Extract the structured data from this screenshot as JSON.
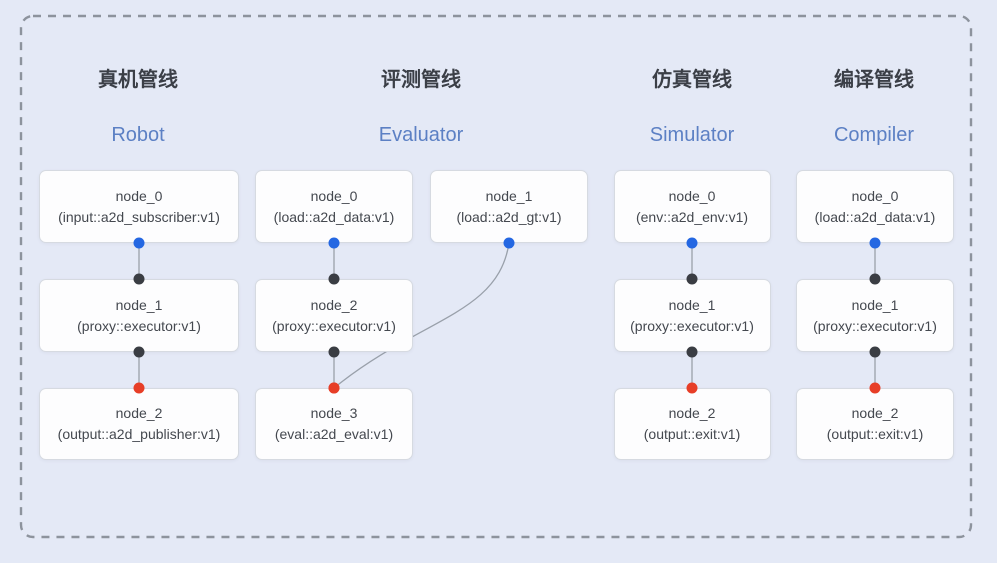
{
  "colors": {
    "background": "#e4e9f6",
    "frame_dash": "#8d939d",
    "node_bg": "#fdfdfe",
    "node_border": "#d6dae1",
    "node_text": "#44484f",
    "title_zh": "#3b3f47",
    "title_en": "#5c80c4",
    "edge": "#99a0aa",
    "port_blue": "#2467e2",
    "port_dark": "#3a3d43",
    "port_red": "#e73e27"
  },
  "pipelines": [
    {
      "id": "robot",
      "title_zh": "真机管线",
      "title_en": "Robot",
      "nodes": [
        {
          "name": "node_0",
          "type": "(input::a2d_subscriber:v1)",
          "row": 0,
          "sub": 0
        },
        {
          "name": "node_1",
          "type": "(proxy::executor:v1)",
          "row": 1,
          "sub": 0
        },
        {
          "name": "node_2",
          "type": "(output::a2d_publisher:v1)",
          "row": 2,
          "sub": 0
        }
      ],
      "edges": [
        {
          "from": 0,
          "to": 1,
          "from_port": "blue",
          "to_port": "dark",
          "curved": false
        },
        {
          "from": 1,
          "to": 2,
          "from_port": "dark",
          "to_port": "red",
          "curved": false
        }
      ]
    },
    {
      "id": "evaluator",
      "title_zh": "评测管线",
      "title_en": "Evaluator",
      "nodes": [
        {
          "name": "node_0",
          "type": "(load::a2d_data:v1)",
          "row": 0,
          "sub": 0
        },
        {
          "name": "node_1",
          "type": "(load::a2d_gt:v1)",
          "row": 0,
          "sub": 1
        },
        {
          "name": "node_2",
          "type": "(proxy::executor:v1)",
          "row": 1,
          "sub": 0
        },
        {
          "name": "node_3",
          "type": "(eval::a2d_eval:v1)",
          "row": 2,
          "sub": 0
        }
      ],
      "edges": [
        {
          "from": 0,
          "to": 2,
          "from_port": "blue",
          "to_port": "dark",
          "curved": false
        },
        {
          "from": 2,
          "to": 3,
          "from_port": "dark",
          "to_port": "red",
          "curved": false
        },
        {
          "from": 1,
          "to": 3,
          "from_port": "blue",
          "to_port": "red",
          "curved": true
        }
      ]
    },
    {
      "id": "simulator",
      "title_zh": "仿真管线",
      "title_en": "Simulator",
      "nodes": [
        {
          "name": "node_0",
          "type": "(env::a2d_env:v1)",
          "row": 0,
          "sub": 0
        },
        {
          "name": "node_1",
          "type": "(proxy::executor:v1)",
          "row": 1,
          "sub": 0
        },
        {
          "name": "node_2",
          "type": "(output::exit:v1)",
          "row": 2,
          "sub": 0
        }
      ],
      "edges": [
        {
          "from": 0,
          "to": 1,
          "from_port": "blue",
          "to_port": "dark",
          "curved": false
        },
        {
          "from": 1,
          "to": 2,
          "from_port": "dark",
          "to_port": "red",
          "curved": false
        }
      ]
    },
    {
      "id": "compiler",
      "title_zh": "编译管线",
      "title_en": "Compiler",
      "nodes": [
        {
          "name": "node_0",
          "type": "(load::a2d_data:v1)",
          "row": 0,
          "sub": 0
        },
        {
          "name": "node_1",
          "type": "(proxy::executor:v1)",
          "row": 1,
          "sub": 0
        },
        {
          "name": "node_2",
          "type": "(output::exit:v1)",
          "row": 2,
          "sub": 0
        }
      ],
      "edges": [
        {
          "from": 0,
          "to": 1,
          "from_port": "blue",
          "to_port": "dark",
          "curved": false
        },
        {
          "from": 1,
          "to": 2,
          "from_port": "dark",
          "to_port": "red",
          "curved": false
        }
      ]
    }
  ]
}
